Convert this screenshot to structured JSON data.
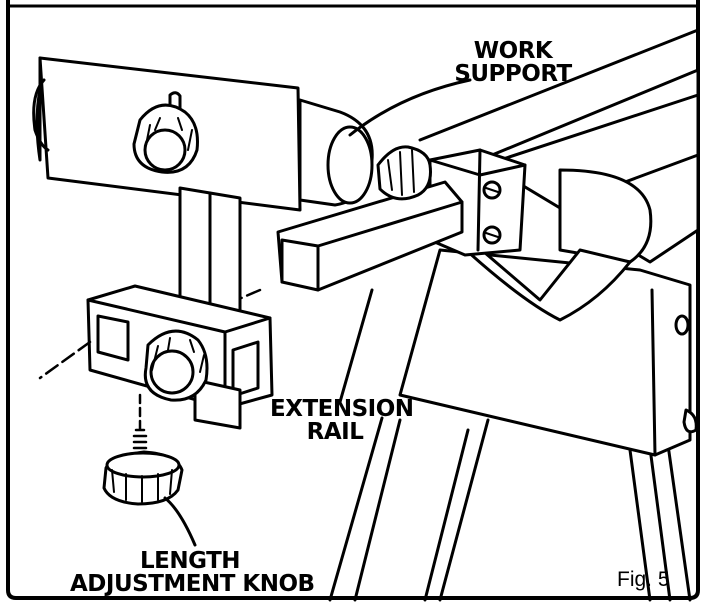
{
  "figure": {
    "number_label": "Fig. 5"
  },
  "callouts": {
    "work_support": {
      "line1": "WORK",
      "line2": "SUPPORT"
    },
    "extension_rail": {
      "line1": "EXTENSION",
      "line2": "RAIL"
    },
    "length_knob": {
      "line1": "LENGTH",
      "line2": "ADJUSTMENT KNOB"
    }
  },
  "colors": {
    "stroke": "#000000",
    "fill": "#ffffff",
    "shade": "#d8d8d8"
  }
}
